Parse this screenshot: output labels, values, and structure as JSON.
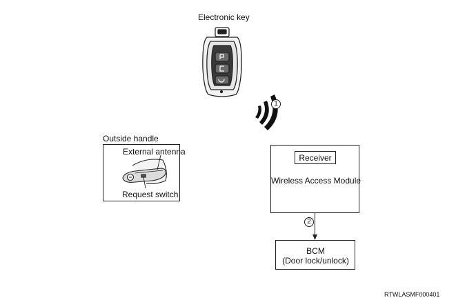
{
  "key": {
    "label": "Electronic key"
  },
  "signal": {
    "marker": "1"
  },
  "handle": {
    "title": "Outside handle",
    "antenna_label": "External antenna",
    "switch_label": "Request switch"
  },
  "module": {
    "receiver_label": "Receiver",
    "name": "Wireless Access Module"
  },
  "link": {
    "marker": "2"
  },
  "bcm": {
    "name": "BCM",
    "function": "(Door lock/unlock)"
  },
  "footer": {
    "figure_code": "RTWLASMF000401"
  }
}
